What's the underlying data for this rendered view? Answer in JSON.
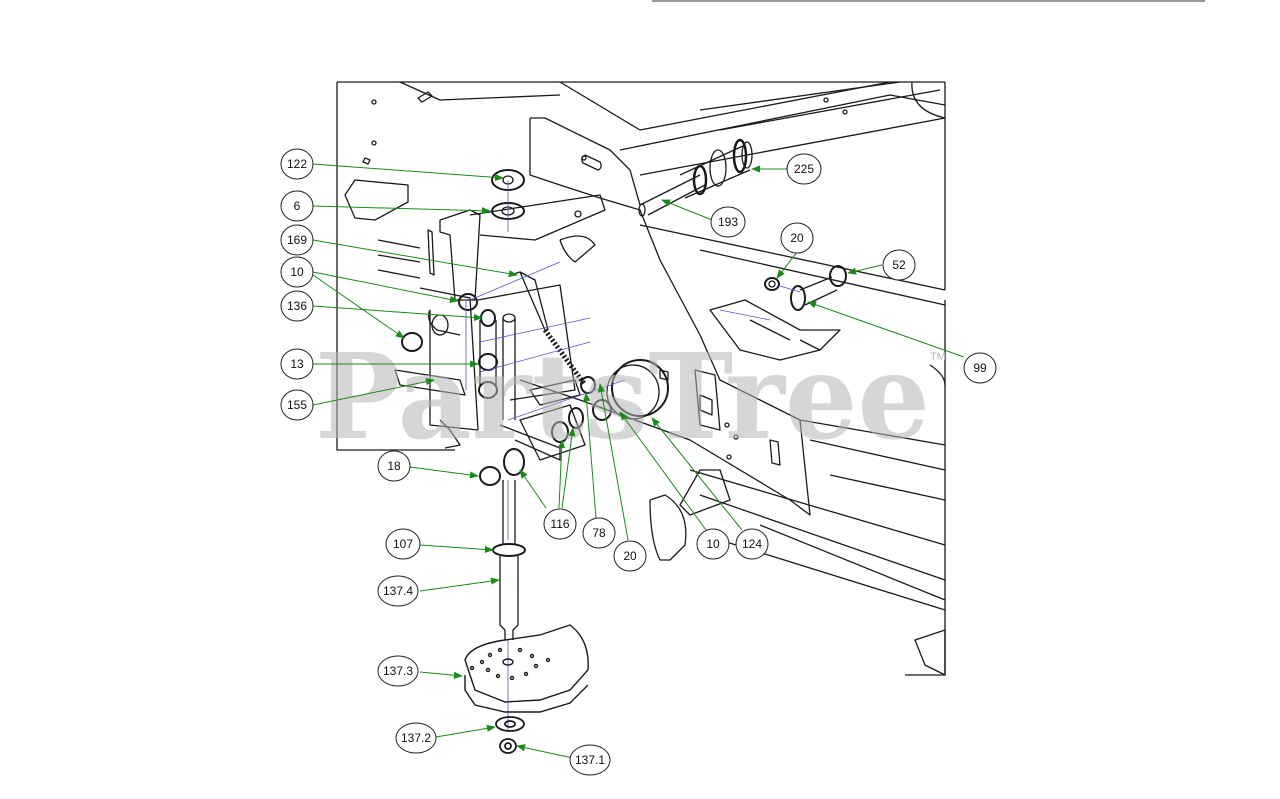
{
  "diagram": {
    "watermark": "PartsTree",
    "watermark_mark": "TM",
    "leader_color": "#1a8a1a",
    "line_color": "#1a1a1a",
    "callouts": [
      "122",
      "6",
      "169",
      "10",
      "136",
      "13",
      "155",
      "18",
      "107",
      "137.4",
      "137.3",
      "137.2",
      "137.1",
      "116",
      "78",
      "20",
      "10",
      "124",
      "20",
      "52",
      "99",
      "225",
      "193"
    ]
  }
}
